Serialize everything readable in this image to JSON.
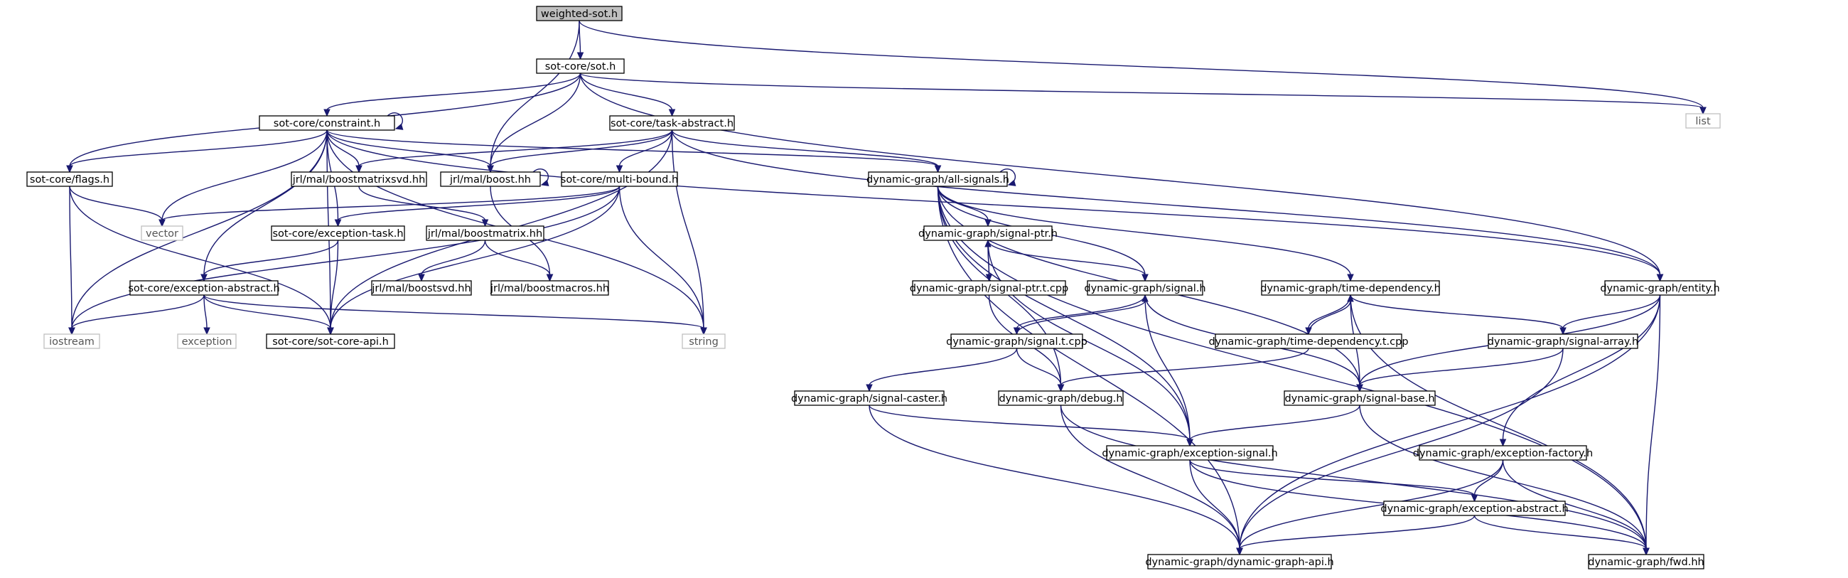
{
  "graph": {
    "root": "weighted-sot.h",
    "nodes": [
      {
        "id": "weighted_sot_h",
        "label": "weighted-sot.h",
        "kind": "root"
      },
      {
        "id": "sot_h",
        "label": "sot-core/sot.h",
        "kind": "file"
      },
      {
        "id": "list",
        "label": "list",
        "kind": "external"
      },
      {
        "id": "constraint_h",
        "label": "sot-core/constraint.h",
        "kind": "file"
      },
      {
        "id": "task_abstract_h",
        "label": "sot-core/task-abstract.h",
        "kind": "file"
      },
      {
        "id": "flags_h",
        "label": "sot-core/flags.h",
        "kind": "file"
      },
      {
        "id": "boostmatrixsvd_hh",
        "label": "jrl/mal/boostmatrixsvd.hh",
        "kind": "file"
      },
      {
        "id": "boost_hh",
        "label": "jrl/mal/boost.hh",
        "kind": "file"
      },
      {
        "id": "multi_bound_h",
        "label": "sot-core/multi-bound.h",
        "kind": "file"
      },
      {
        "id": "all_signals_h",
        "label": "dynamic-graph/all-signals.h",
        "kind": "file"
      },
      {
        "id": "vector",
        "label": "vector",
        "kind": "external"
      },
      {
        "id": "exception_task_h",
        "label": "sot-core/exception-task.h",
        "kind": "file"
      },
      {
        "id": "boostmatrix_hh",
        "label": "jrl/mal/boostmatrix.hh",
        "kind": "file"
      },
      {
        "id": "signal_ptr_h",
        "label": "dynamic-graph/signal-ptr.h",
        "kind": "file"
      },
      {
        "id": "exception_abstract_h",
        "label": "sot-core/exception-abstract.h",
        "kind": "file"
      },
      {
        "id": "boostsvd_hh",
        "label": "jrl/mal/boostsvd.hh",
        "kind": "file"
      },
      {
        "id": "boostmacros_hh",
        "label": "jrl/mal/boostmacros.hh",
        "kind": "file"
      },
      {
        "id": "signal_ptr_t_cpp",
        "label": "dynamic-graph/signal-ptr.t.cpp",
        "kind": "file"
      },
      {
        "id": "signal_h",
        "label": "dynamic-graph/signal.h",
        "kind": "file"
      },
      {
        "id": "time_dependency_h",
        "label": "dynamic-graph/time-dependency.h",
        "kind": "file"
      },
      {
        "id": "entity_h",
        "label": "dynamic-graph/entity.h",
        "kind": "file"
      },
      {
        "id": "iostream",
        "label": "iostream",
        "kind": "external"
      },
      {
        "id": "exception",
        "label": "exception",
        "kind": "external"
      },
      {
        "id": "sot_core_api_h",
        "label": "sot-core/sot-core-api.h",
        "kind": "file"
      },
      {
        "id": "string",
        "label": "string",
        "kind": "external"
      },
      {
        "id": "signal_t_cpp",
        "label": "dynamic-graph/signal.t.cpp",
        "kind": "file"
      },
      {
        "id": "time_dependency_t_cpp",
        "label": "dynamic-graph/time-dependency.t.cpp",
        "kind": "file"
      },
      {
        "id": "signal_array_h",
        "label": "dynamic-graph/signal-array.h",
        "kind": "file"
      },
      {
        "id": "signal_caster_h",
        "label": "dynamic-graph/signal-caster.h",
        "kind": "file"
      },
      {
        "id": "debug_h",
        "label": "dynamic-graph/debug.h",
        "kind": "file"
      },
      {
        "id": "signal_base_h",
        "label": "dynamic-graph/signal-base.h",
        "kind": "file"
      },
      {
        "id": "exception_signal_h",
        "label": "dynamic-graph/exception-signal.h",
        "kind": "file"
      },
      {
        "id": "exception_factory_h",
        "label": "dynamic-graph/exception-factory.h",
        "kind": "file"
      },
      {
        "id": "dg_exception_abstract_h",
        "label": "dynamic-graph/exception-abstract.h",
        "kind": "file"
      },
      {
        "id": "dynamic_graph_api_h",
        "label": "dynamic-graph/dynamic-graph-api.h",
        "kind": "file"
      },
      {
        "id": "fwd_hh",
        "label": "dynamic-graph/fwd.hh",
        "kind": "file"
      }
    ],
    "edges": [
      [
        "weighted_sot_h",
        "sot_h"
      ],
      [
        "weighted_sot_h",
        "boost_hh"
      ],
      [
        "weighted_sot_h",
        "list"
      ],
      [
        "sot_h",
        "constraint_h"
      ],
      [
        "sot_h",
        "task_abstract_h"
      ],
      [
        "sot_h",
        "flags_h"
      ],
      [
        "sot_h",
        "boost_hh"
      ],
      [
        "sot_h",
        "list"
      ],
      [
        "sot_h",
        "entity_h"
      ],
      [
        "constraint_h",
        "constraint_h"
      ],
      [
        "constraint_h",
        "flags_h"
      ],
      [
        "constraint_h",
        "boostmatrixsvd_hh"
      ],
      [
        "constraint_h",
        "boost_hh"
      ],
      [
        "constraint_h",
        "vector"
      ],
      [
        "constraint_h",
        "exception_task_h"
      ],
      [
        "constraint_h",
        "exception_abstract_h"
      ],
      [
        "constraint_h",
        "sot_core_api_h"
      ],
      [
        "constraint_h",
        "iostream"
      ],
      [
        "constraint_h",
        "string"
      ],
      [
        "constraint_h",
        "all_signals_h"
      ],
      [
        "constraint_h",
        "entity_h"
      ],
      [
        "task_abstract_h",
        "boostmatrixsvd_hh"
      ],
      [
        "task_abstract_h",
        "boost_hh"
      ],
      [
        "task_abstract_h",
        "multi_bound_h"
      ],
      [
        "task_abstract_h",
        "all_signals_h"
      ],
      [
        "task_abstract_h",
        "sot_core_api_h"
      ],
      [
        "task_abstract_h",
        "string"
      ],
      [
        "task_abstract_h",
        "entity_h"
      ],
      [
        "flags_h",
        "vector"
      ],
      [
        "flags_h",
        "iostream"
      ],
      [
        "flags_h",
        "sot_core_api_h"
      ],
      [
        "boostmatrixsvd_hh",
        "boostmatrix_hh"
      ],
      [
        "boost_hh",
        "boost_hh"
      ],
      [
        "boost_hh",
        "boostmacros_hh"
      ],
      [
        "multi_bound_h",
        "vector"
      ],
      [
        "multi_bound_h",
        "iostream"
      ],
      [
        "multi_bound_h",
        "exception_task_h"
      ],
      [
        "multi_bound_h",
        "sot_core_api_h"
      ],
      [
        "multi_bound_h",
        "string"
      ],
      [
        "all_signals_h",
        "all_signals_h"
      ],
      [
        "all_signals_h",
        "signal_ptr_h"
      ],
      [
        "all_signals_h",
        "signal_h"
      ],
      [
        "all_signals_h",
        "time_dependency_h"
      ],
      [
        "all_signals_h",
        "signal_base_h"
      ],
      [
        "all_signals_h",
        "debug_h"
      ],
      [
        "all_signals_h",
        "exception_signal_h"
      ],
      [
        "all_signals_h",
        "dynamic_graph_api_h"
      ],
      [
        "all_signals_h",
        "fwd_hh"
      ],
      [
        "exception_task_h",
        "exception_abstract_h"
      ],
      [
        "exception_task_h",
        "sot_core_api_h"
      ],
      [
        "boostmatrix_hh",
        "boostsvd_hh"
      ],
      [
        "boostmatrix_hh",
        "boostmacros_hh"
      ],
      [
        "signal_ptr_h",
        "signal_ptr_t_cpp"
      ],
      [
        "signal_ptr_h",
        "signal_h"
      ],
      [
        "signal_ptr_h",
        "exception_signal_h"
      ],
      [
        "signal_ptr_t_cpp",
        "signal_ptr_h"
      ],
      [
        "signal_ptr_t_cpp",
        "debug_h"
      ],
      [
        "exception_abstract_h",
        "iostream"
      ],
      [
        "exception_abstract_h",
        "exception"
      ],
      [
        "exception_abstract_h",
        "sot_core_api_h"
      ],
      [
        "exception_abstract_h",
        "string"
      ],
      [
        "signal_h",
        "signal_t_cpp"
      ],
      [
        "signal_h",
        "signal_base_h"
      ],
      [
        "signal_h",
        "exception_signal_h"
      ],
      [
        "signal_t_cpp",
        "signal_h"
      ],
      [
        "signal_t_cpp",
        "signal_caster_h"
      ],
      [
        "signal_t_cpp",
        "debug_h"
      ],
      [
        "time_dependency_h",
        "time_dependency_t_cpp"
      ],
      [
        "time_dependency_h",
        "signal_array_h"
      ],
      [
        "time_dependency_h",
        "signal_base_h"
      ],
      [
        "time_dependency_h",
        "fwd_hh"
      ],
      [
        "time_dependency_t_cpp",
        "time_dependency_h"
      ],
      [
        "time_dependency_t_cpp",
        "debug_h"
      ],
      [
        "entity_h",
        "signal_array_h"
      ],
      [
        "entity_h",
        "signal_base_h"
      ],
      [
        "entity_h",
        "exception_factory_h"
      ],
      [
        "entity_h",
        "dynamic_graph_api_h"
      ],
      [
        "entity_h",
        "fwd_hh"
      ],
      [
        "signal_array_h",
        "signal_base_h"
      ],
      [
        "signal_array_h",
        "dynamic_graph_api_h"
      ],
      [
        "signal_caster_h",
        "exception_signal_h"
      ],
      [
        "signal_caster_h",
        "dynamic_graph_api_h"
      ],
      [
        "debug_h",
        "dynamic_graph_api_h"
      ],
      [
        "debug_h",
        "fwd_hh"
      ],
      [
        "signal_base_h",
        "exception_signal_h"
      ],
      [
        "signal_base_h",
        "fwd_hh"
      ],
      [
        "exception_signal_h",
        "dg_exception_abstract_h"
      ],
      [
        "exception_signal_h",
        "dynamic_graph_api_h"
      ],
      [
        "exception_signal_h",
        "fwd_hh"
      ],
      [
        "exception_factory_h",
        "dg_exception_abstract_h"
      ],
      [
        "exception_factory_h",
        "dynamic_graph_api_h"
      ],
      [
        "exception_factory_h",
        "fwd_hh"
      ],
      [
        "dg_exception_abstract_h",
        "dynamic_graph_api_h"
      ],
      [
        "dg_exception_abstract_h",
        "fwd_hh"
      ]
    ]
  }
}
